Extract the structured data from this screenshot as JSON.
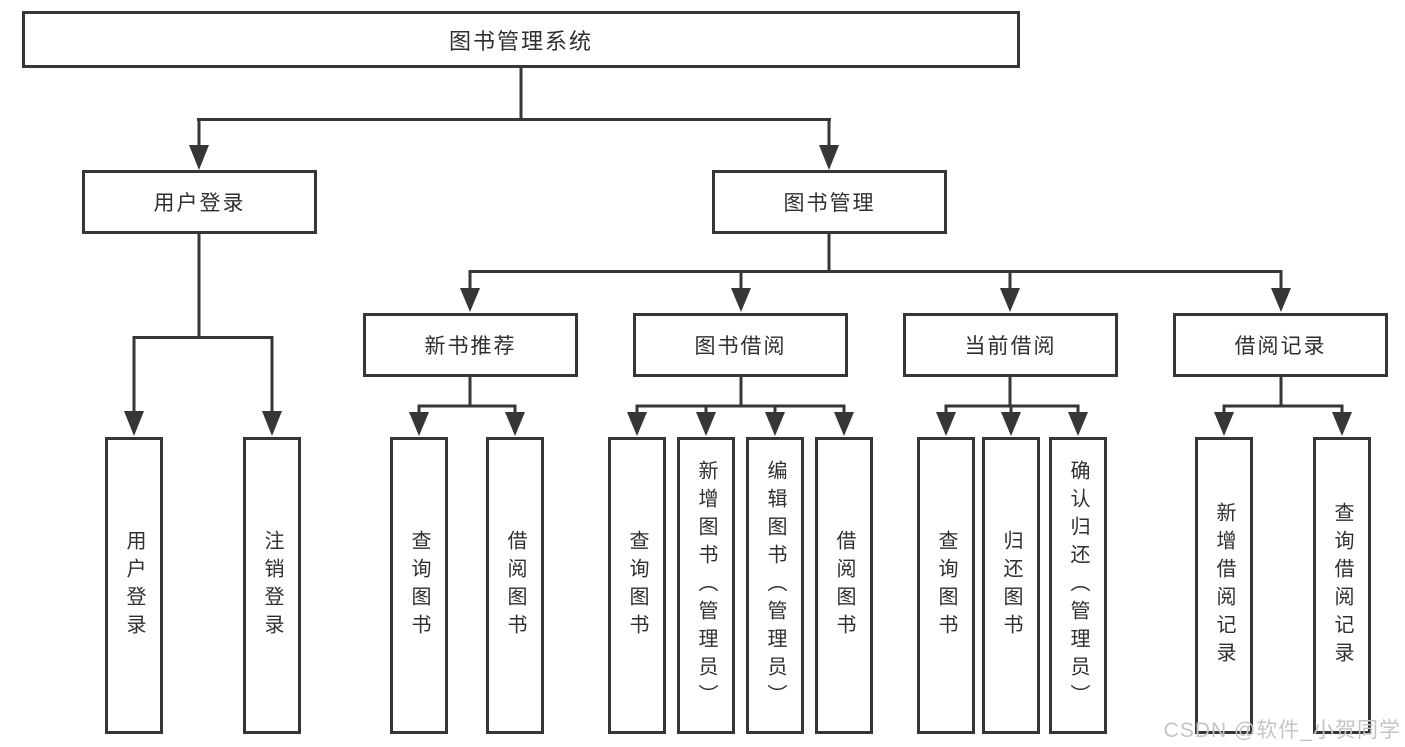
{
  "diagram": {
    "title": "图书管理系统",
    "branches": [
      {
        "label": "用户登录",
        "children": [
          "用户登录",
          "注销登录"
        ]
      },
      {
        "label": "图书管理",
        "sections": [
          {
            "label": "新书推荐",
            "children": [
              "查询图书",
              "借阅图书"
            ]
          },
          {
            "label": "图书借阅",
            "children": [
              "查询图书",
              "新增图书（管理员）",
              "编辑图书（管理员）",
              "借阅图书"
            ]
          },
          {
            "label": "当前借阅",
            "children": [
              "查询图书",
              "归还图书",
              "确认归还（管理员）"
            ]
          },
          {
            "label": "借阅记录",
            "children": [
              "新增借阅记录",
              "查询借阅记录"
            ]
          }
        ]
      }
    ]
  },
  "watermark": {
    "text": "CSDN @软件_小贺同学"
  },
  "colors": {
    "line": "#363636",
    "text": "#2f2f2f",
    "watermark": "#c4c4c4",
    "background": "#ffffff"
  }
}
